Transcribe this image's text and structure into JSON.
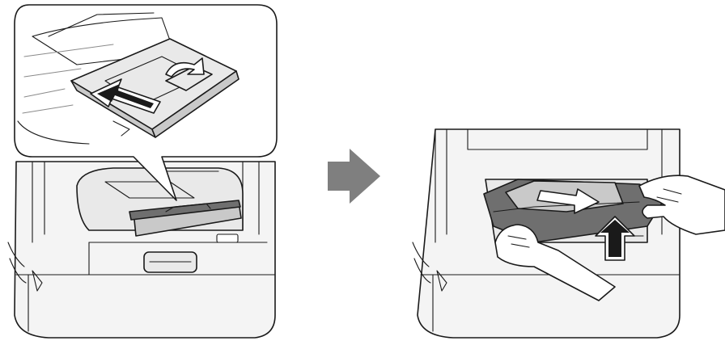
{
  "figure": {
    "steps": [
      {
        "id": "step-1"
      },
      {
        "id": "step-2"
      }
    ],
    "colors": {
      "outline": "#1a1a1a",
      "printer_body": "#f4f4f4",
      "tray_highlight": "#6f6f6f",
      "step_arrow": "#7f7f7f",
      "callout_background": "#ffffff"
    },
    "icons": [
      "printer",
      "callout-zoom",
      "slide-arrow",
      "lift-arrow",
      "hand",
      "step-arrow"
    ]
  }
}
